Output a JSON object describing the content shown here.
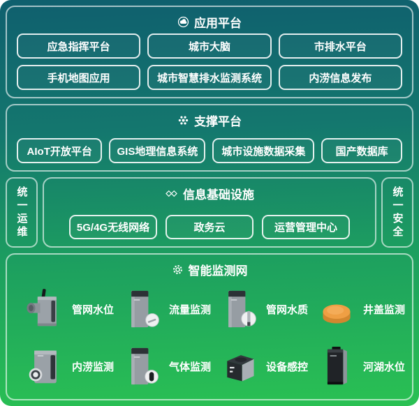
{
  "theme": {
    "background_top": "#0F5F6E",
    "background_bottom": "#2AC153",
    "panel_border": "#FFFFFF",
    "text_color": "#FFFFFF",
    "manhole_orange": "#EF9F44",
    "device_gray": "#9AA1A7"
  },
  "sections": {
    "application": {
      "title": "应用平台",
      "icon": "cloud-platform-icon",
      "buttons": [
        "应急指挥平台",
        "城市大脑",
        "市排水平台",
        "手机地图应用",
        "城市智慧排水监测系统",
        "内涝信息发布"
      ]
    },
    "support": {
      "title": "支撑平台",
      "icon": "atom-gear-icon",
      "buttons": [
        "AIoT开放平台",
        "GIS地理信息系统",
        "城市设施数据采集",
        "国产数据库"
      ]
    },
    "ops_bar": {
      "label": "统一运维"
    },
    "security_bar": {
      "label": "统一安全"
    },
    "infrastructure": {
      "title": "信息基础设施",
      "icon": "diamond-link-icon",
      "buttons": [
        "5G/4G无线网络",
        "政务云",
        "运营管理中心"
      ]
    },
    "monitoring": {
      "title": "智能监测网",
      "icon": "gear-icon",
      "devices": [
        {
          "label": "管网水位",
          "icon": "pipe-water-level-device"
        },
        {
          "label": "流量监测",
          "icon": "flow-monitor-device"
        },
        {
          "label": "管网水质",
          "icon": "pipe-water-quality-device"
        },
        {
          "label": "井盖监测",
          "icon": "manhole-cover-device"
        },
        {
          "label": "内涝监测",
          "icon": "waterlogging-monitor-device"
        },
        {
          "label": "气体监测",
          "icon": "gas-monitor-device"
        },
        {
          "label": "设备感控",
          "icon": "device-sensing-device"
        },
        {
          "label": "河湖水位",
          "icon": "river-lake-water-level-device"
        }
      ]
    }
  }
}
